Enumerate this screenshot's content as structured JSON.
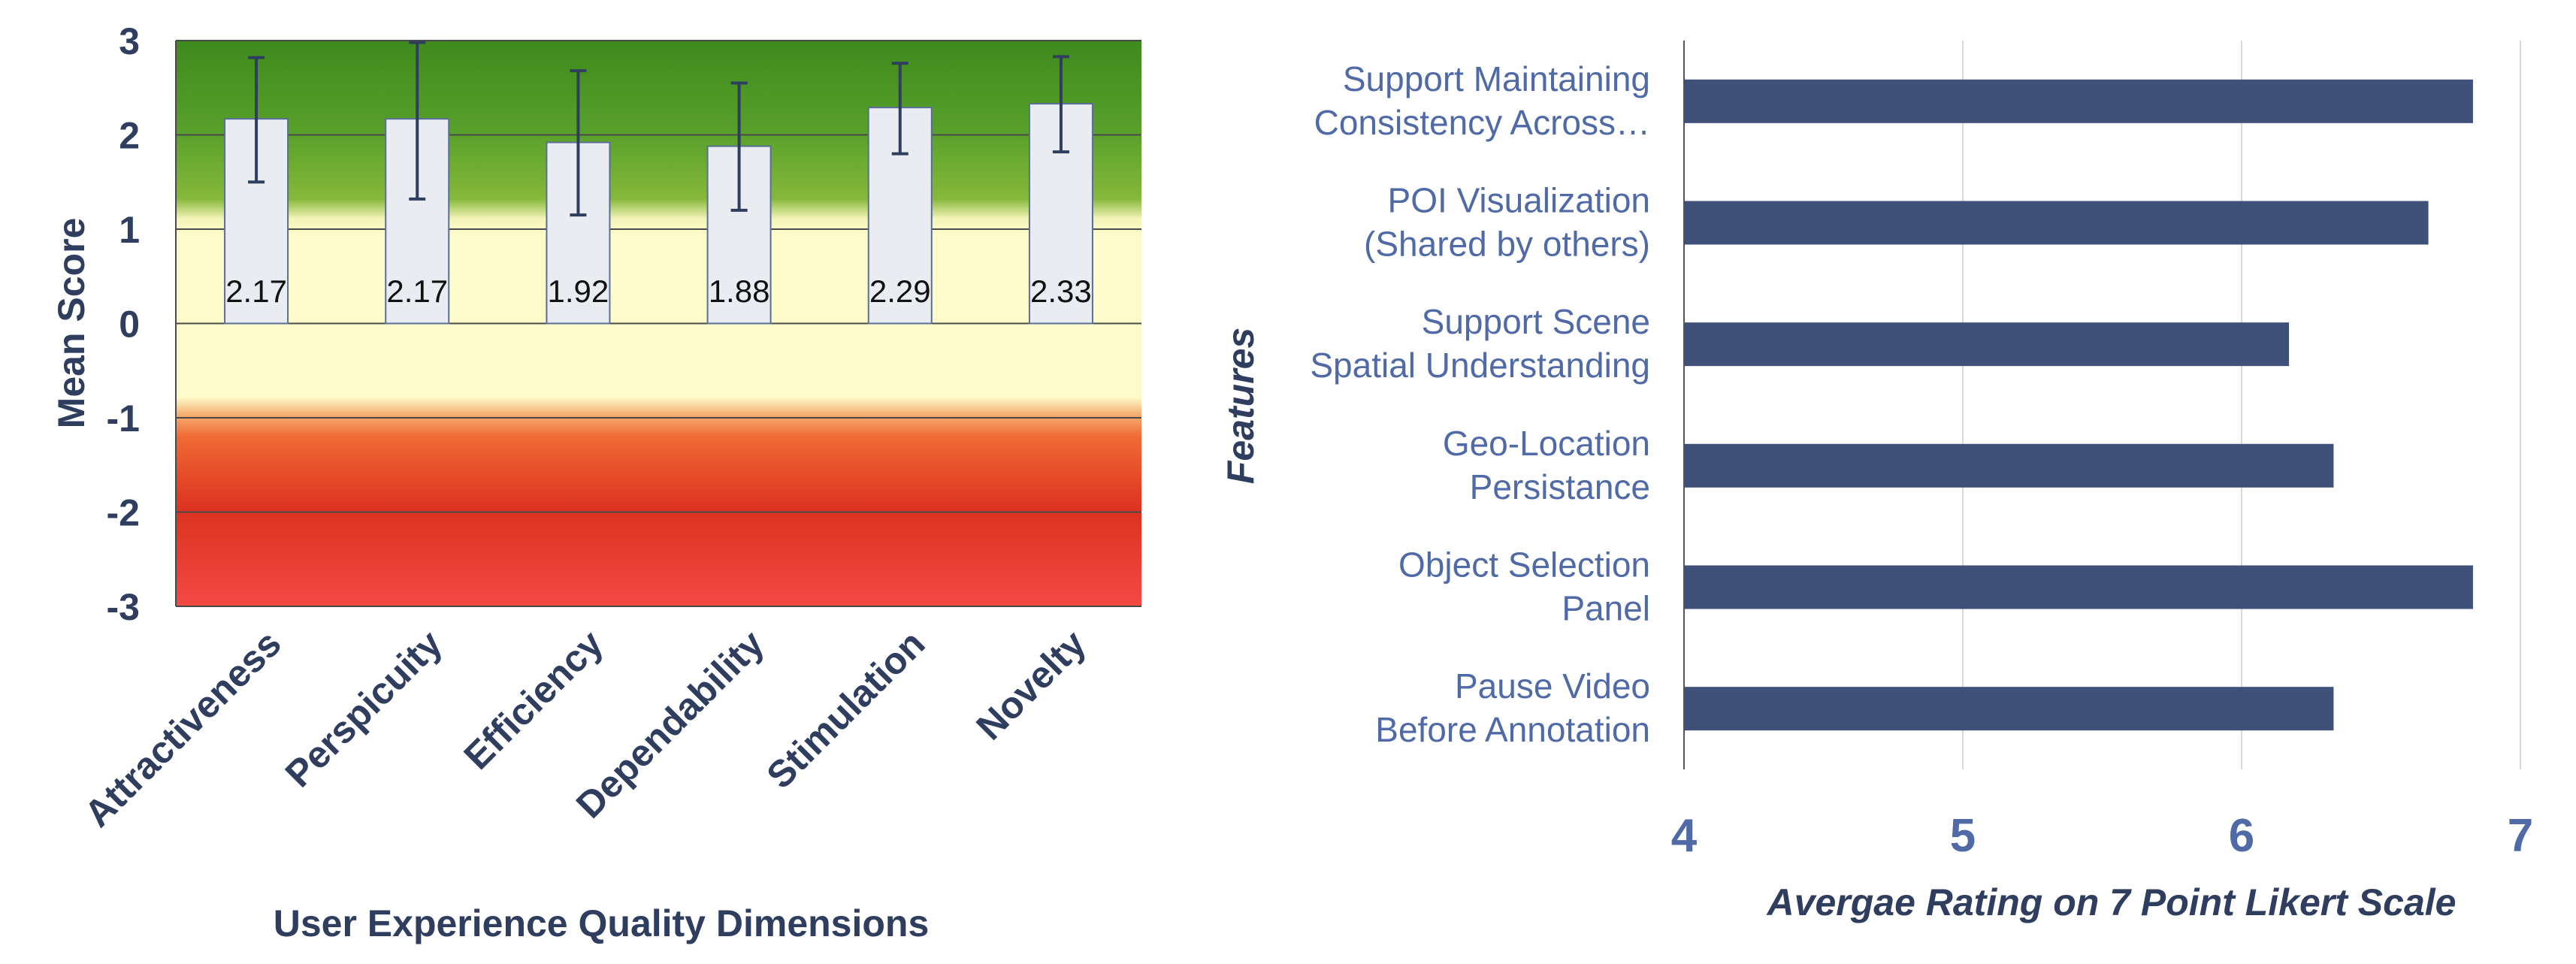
{
  "colors": {
    "axis_text": "#2f3e5e",
    "bar_fill": "#e9edf2",
    "bar_stroke": "#5a6e9a",
    "error_bar": "#2f3e5e",
    "hbar_fill": "#3f5178",
    "feature_label": "#4f6aa6",
    "zone_good": "#5aa02c",
    "zone_neutral": "#fefbca",
    "zone_bad": "#e23b24"
  },
  "chart_data": [
    {
      "type": "bar",
      "title": "",
      "xlabel": "User Experience Quality Dimensions",
      "ylabel": "Mean Score",
      "categories": [
        "Attractiveness",
        "Perspicuity",
        "Efficiency",
        "Dependability",
        "Stimulation",
        "Novelty"
      ],
      "values": [
        2.17,
        2.17,
        1.92,
        1.88,
        2.29,
        2.33
      ],
      "value_labels": [
        "2.17",
        "2.17",
        "1.92",
        "1.88",
        "2.29",
        "2.33"
      ],
      "error_low": [
        1.5,
        1.32,
        1.15,
        1.2,
        1.8,
        1.82
      ],
      "error_high": [
        2.82,
        2.98,
        2.68,
        2.55,
        2.76,
        2.83
      ],
      "ylim": [
        -3,
        3
      ],
      "yticks": [
        "3",
        "2",
        "1",
        "0",
        "-1",
        "-2",
        "-3"
      ],
      "grid": true,
      "background_zones": [
        "good",
        "neutral",
        "bad"
      ]
    },
    {
      "type": "bar",
      "orientation": "horizontal",
      "title": "",
      "xlabel": "Avergae Rating on 7 Point Likert Scale",
      "ylabel": "Features",
      "categories": [
        [
          "Support Maintaining",
          "Consistency Across…"
        ],
        [
          "POI Visualization",
          "(Shared by others)"
        ],
        [
          "Support Scene",
          "Spatial Understanding"
        ],
        [
          "Geo-Location",
          "Persistance"
        ],
        [
          "Object Selection",
          "Panel"
        ],
        [
          "Pause Video",
          "Before Annotation"
        ]
      ],
      "values": [
        6.83,
        6.67,
        6.17,
        6.33,
        6.83,
        6.33
      ],
      "xlim": [
        4,
        7
      ],
      "xticks": [
        "4",
        "5",
        "6",
        "7"
      ],
      "grid": true
    }
  ]
}
